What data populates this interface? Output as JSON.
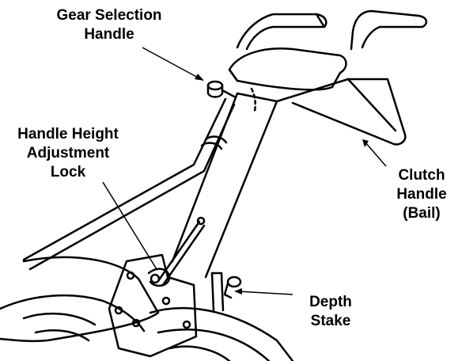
{
  "callouts": {
    "gear_selection": {
      "line1": "Gear Selection",
      "line2": "Handle"
    },
    "handle_height": {
      "line1": "Handle Height",
      "line2": "Adjustment",
      "line3": "Lock"
    },
    "clutch": {
      "line1": "Clutch",
      "line2": "Handle",
      "line3": "(Bail)"
    },
    "depth_stake": {
      "line1": "Depth",
      "line2": "Stake"
    }
  },
  "style": {
    "ink": "#000000",
    "paper": "#ffffff"
  }
}
